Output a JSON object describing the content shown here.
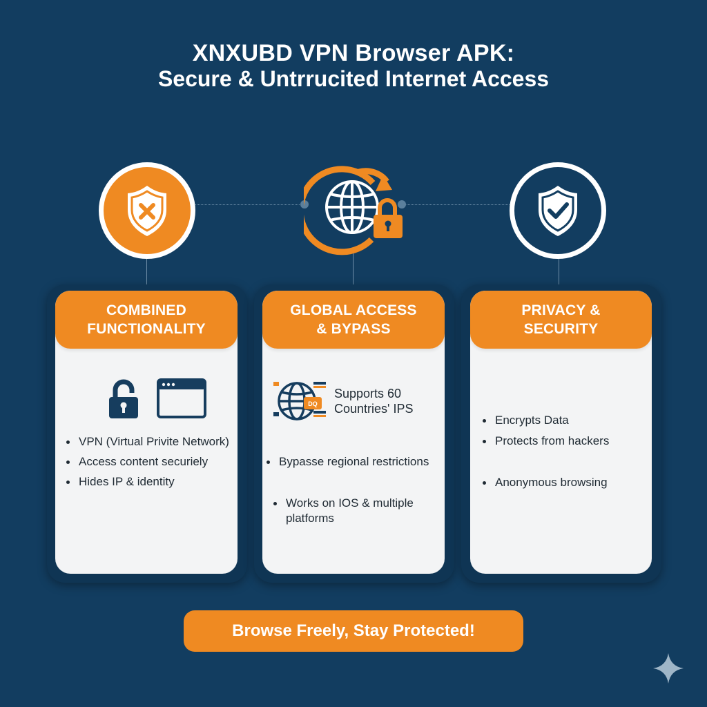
{
  "header": {
    "title_line1": "XNXUBD VPN Browser APK:",
    "title_line2": "Secure & Untrrucited Internet Access"
  },
  "colors": {
    "background": "#123d60",
    "accent_orange": "#ef8a22",
    "card_body": "#f3f4f5",
    "text_dark": "#1f2a33",
    "white": "#ffffff"
  },
  "top_icons": [
    {
      "name": "shield-x-icon",
      "style": "orange-filled-circle"
    },
    {
      "name": "globe-lock-refresh-icon",
      "style": "no-circle"
    },
    {
      "name": "shield-check-icon",
      "style": "white-outline-circle"
    }
  ],
  "cards": [
    {
      "header": "COMBINED\nFUNCTIONALITY",
      "header_line1": "COMBINED",
      "header_line2": "FUNCTIONALITY",
      "icons": [
        "padlock-icon",
        "browser-window-icon"
      ],
      "bullets": [
        "VPN (Virtual Privite Network)",
        "Access content securiely",
        "Hides IP & identity"
      ]
    },
    {
      "header_line1": "GLOBAL ACCESS",
      "header_line2": "& BYPASS",
      "feature_icon": "globe-servers-icon",
      "feature_badge": "DQ",
      "feature_line1": "Supports 60",
      "feature_line2": "Countries' IPS",
      "bullets": [
        "Bypasse regional restrictions",
        "Works on IOS & multiple platforms"
      ]
    },
    {
      "header_line1": "PRIVACY &",
      "header_line2": "SECURITY",
      "bullets": [
        "Encrypts Data",
        "Protects from hackers",
        "Anonymous browsing"
      ]
    }
  ],
  "cta": {
    "label": "Browse Freely, Stay Protected!"
  },
  "decor": {
    "corner_icon": "sparkle-icon"
  }
}
